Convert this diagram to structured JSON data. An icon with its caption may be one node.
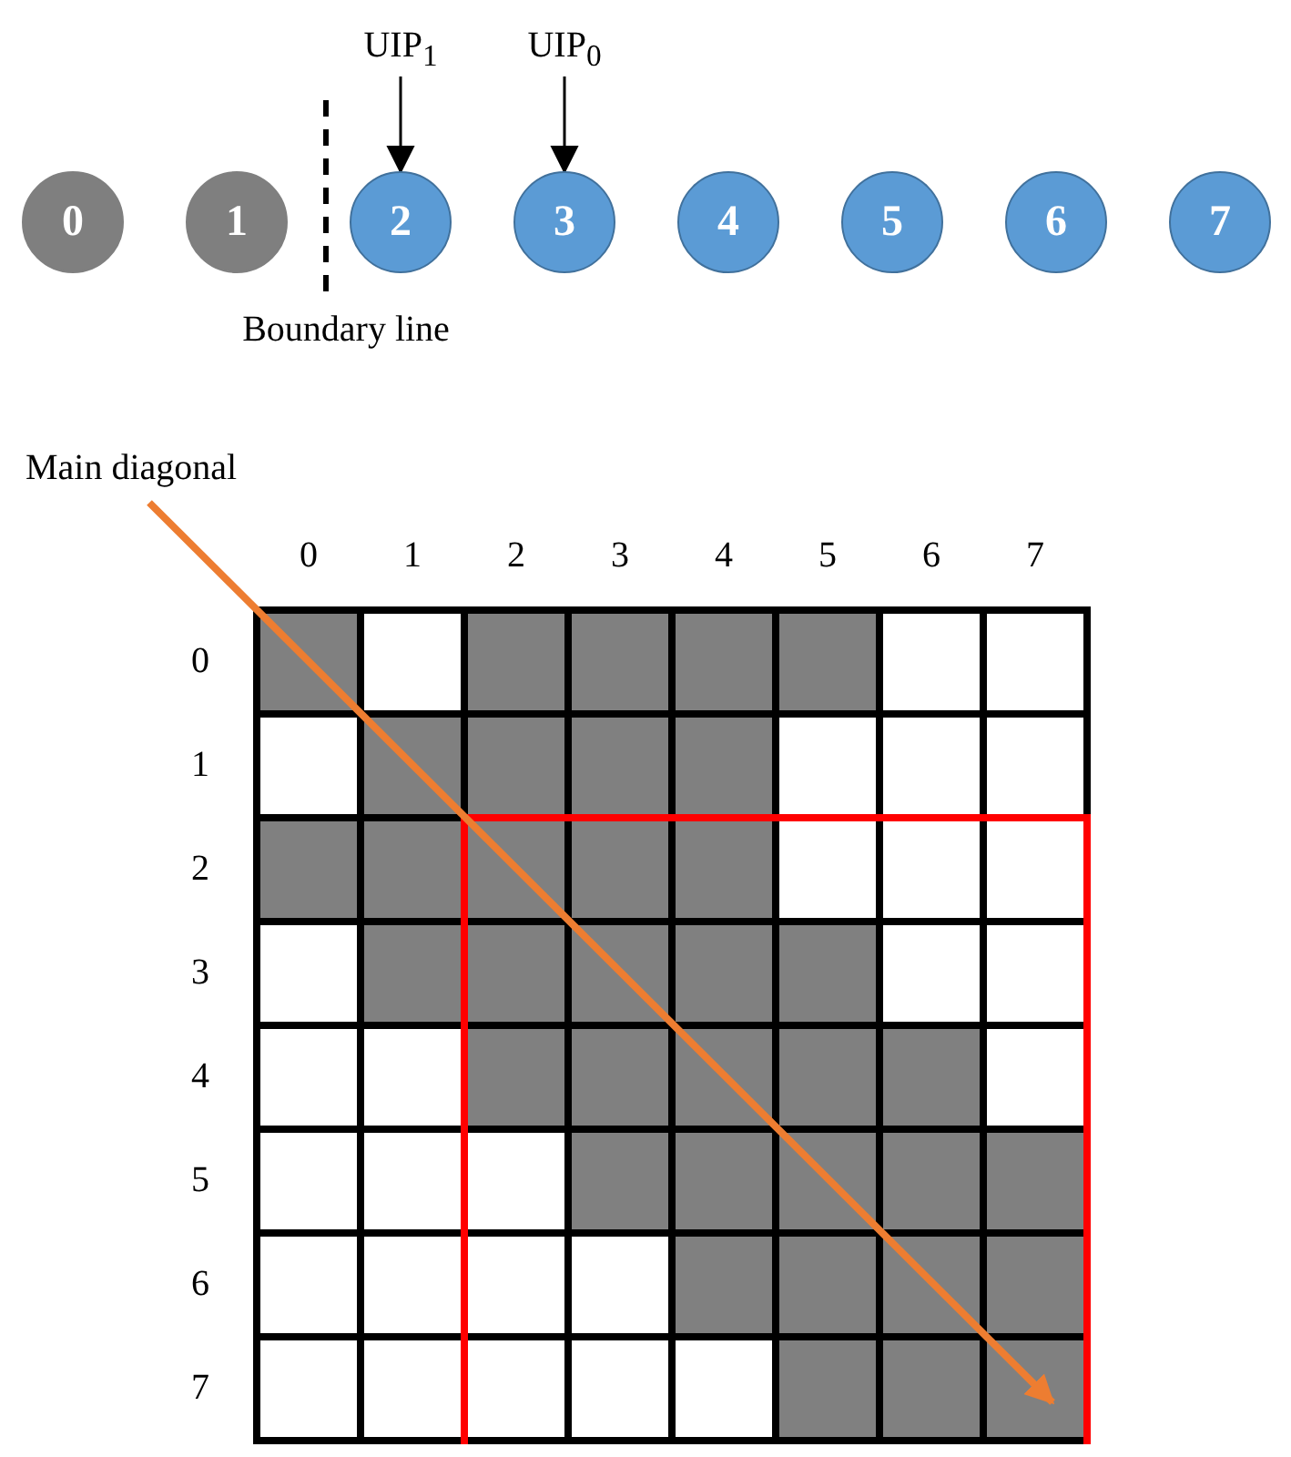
{
  "diagram": {
    "nodes": [
      {
        "text": [
          "UIP$_{1}$"
        ]
      },
      {
        "text": [
          "UIP$_{0}$"
        ]
      },
      {
        "text": [
          "0"
        ]
      },
      {
        "text": [
          "1"
        ]
      },
      {
        "text": [
          "2"
        ]
      },
      {
        "text": [
          "3"
        ]
      },
      {
        "text": [
          "4"
        ]
      },
      {
        "text": [
          "5"
        ]
      },
      {
        "text": [
          "6"
        ]
      },
      {
        "text": [
          "7"
        ]
      },
      {
        "text": [
          "Main diagonal"
        ]
      }
    ],
    "edges": [
      {
        "from": 0,
        "to": 4,
        "arrow": "to"
      },
      {
        "from": 1,
        "to": 5,
        "arrow": "to"
      },
      {
        "from": 10,
        "to": null,
        "arrow": "to",
        "style": "thick",
        "color": "#ed7d31"
      }
    ],
    "labels": [
      "Boundary line",
      "0",
      "1",
      "2",
      "3",
      "4",
      "5",
      "6",
      "7",
      "0",
      "1",
      "2",
      "3",
      "4",
      "5",
      "6",
      "7"
    ]
  }
}
